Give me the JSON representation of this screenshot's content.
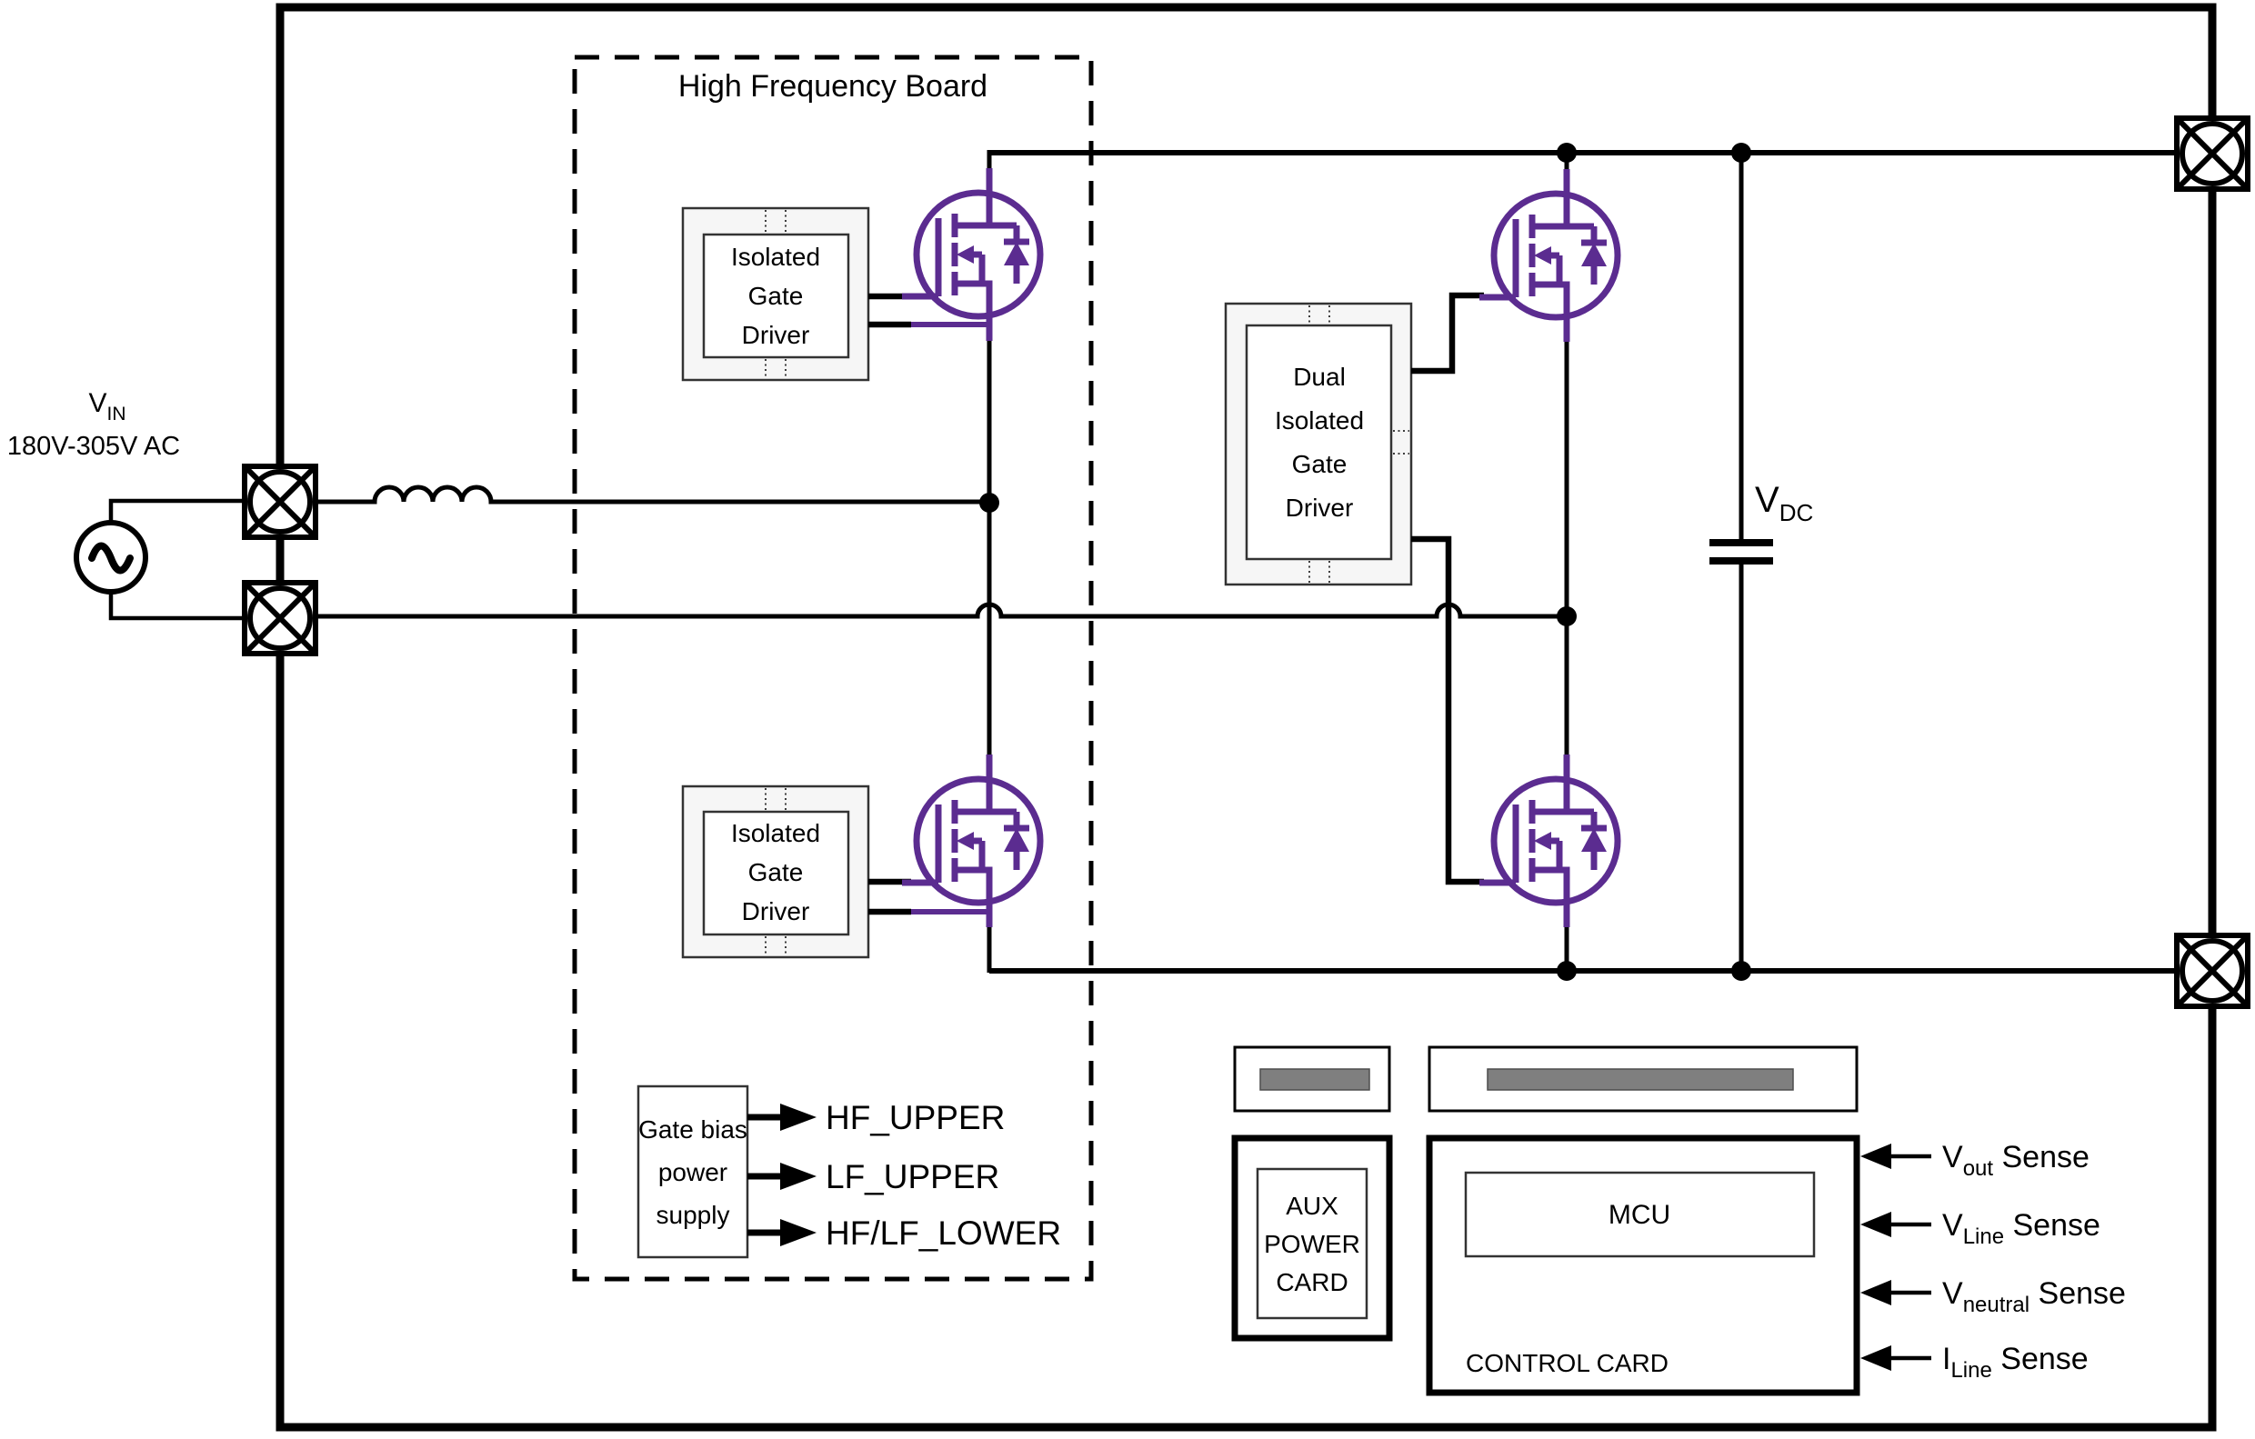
{
  "colors": {
    "wire": "#000000",
    "mosfet_purple": "#5B2C90",
    "box_fill": "#F6F6F6",
    "connector_gray": "#7F7F7F",
    "background": "#FFFFFF"
  },
  "hf_board": {
    "title": "High Frequency Board"
  },
  "source": {
    "v_base": "V",
    "v_sub": "IN",
    "range": "180V-305V AC"
  },
  "dc_link": {
    "v_base": "V",
    "v_sub": "DC"
  },
  "isolated_driver": [
    "Isolated",
    "Gate",
    "Driver"
  ],
  "dual_driver": [
    "Dual",
    "Isolated",
    "Gate",
    "Driver"
  ],
  "gate_bias": {
    "lines": [
      "Gate bias",
      "power",
      "supply"
    ],
    "outputs": [
      "HF_UPPER",
      "LF_UPPER",
      "HF/LF_LOWER"
    ]
  },
  "aux_card": [
    "AUX",
    "POWER",
    "CARD"
  ],
  "control_card": {
    "title": "CONTROL CARD",
    "mcu": "MCU"
  },
  "senses": [
    {
      "base": "V",
      "sub": "out",
      "rest": " Sense"
    },
    {
      "base": "V",
      "sub": "Line",
      "rest": " Sense"
    },
    {
      "base": "V",
      "sub": "neutral",
      "rest": " Sense"
    },
    {
      "base": "I",
      "sub": "Line",
      "rest": " Sense"
    }
  ]
}
